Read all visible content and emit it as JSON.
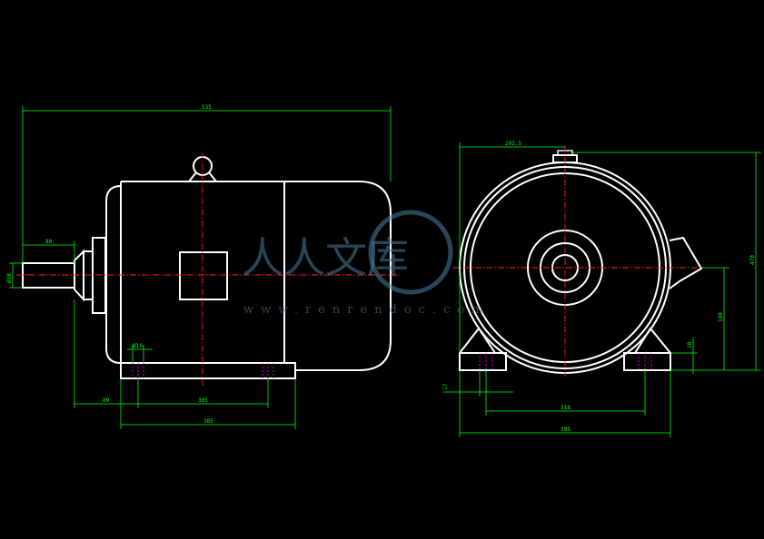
{
  "colors": {
    "background": "#000000",
    "outline": "#ffffff",
    "centerline": "#ff2020",
    "dimension": "#00ff00",
    "hidden": "#ff00ff",
    "watermark": "#4a7fa0"
  },
  "side_view": {
    "dim_overall_length": "535",
    "dim_shaft_length": "80",
    "dim_shaft_diameter": "Ø38",
    "dim_bolt_hole": "Ø19",
    "dim_foot_to_shaft": "89",
    "dim_foot_span": "305",
    "dim_base_length": "385"
  },
  "end_view": {
    "dim_half_width": "202.5",
    "dim_overall_height": "470",
    "dim_center_height": "180",
    "dim_foot_height": "18",
    "dim_foot_offset": "17",
    "dim_foot_spacing": "318",
    "dim_base_width": "395"
  },
  "watermark": {
    "logo_text": "人人文库",
    "url_text": "www.renrendoc.com"
  }
}
